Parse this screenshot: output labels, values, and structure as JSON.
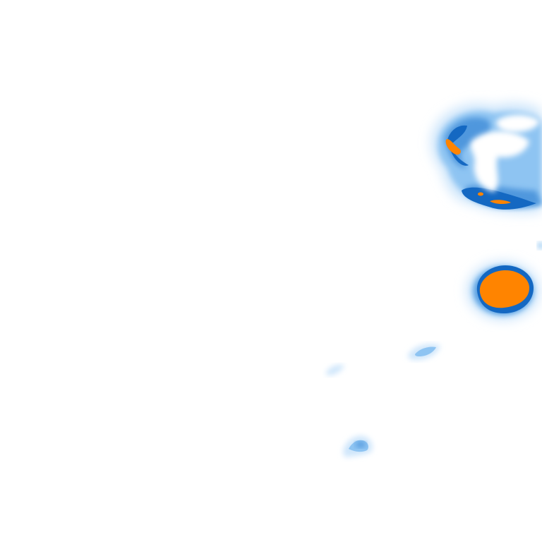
{
  "map": {
    "background": "#ffffff",
    "palette": {
      "light": "#cfe6fb",
      "medium": "#8ec4f2",
      "strong": "#4f97dd",
      "deep": "#1468c2",
      "peak": "#ff8400"
    },
    "blobs": [
      {
        "name": "northeast-cluster",
        "intensity": "deep",
        "has_peak": true
      },
      {
        "name": "east-core-blob",
        "intensity": "peak",
        "has_peak": true
      },
      {
        "name": "southeast-fleck",
        "intensity": "medium",
        "has_peak": false
      },
      {
        "name": "south-fleck",
        "intensity": "light",
        "has_peak": false
      },
      {
        "name": "southwest-fleck",
        "intensity": "strong",
        "has_peak": false
      }
    ]
  }
}
